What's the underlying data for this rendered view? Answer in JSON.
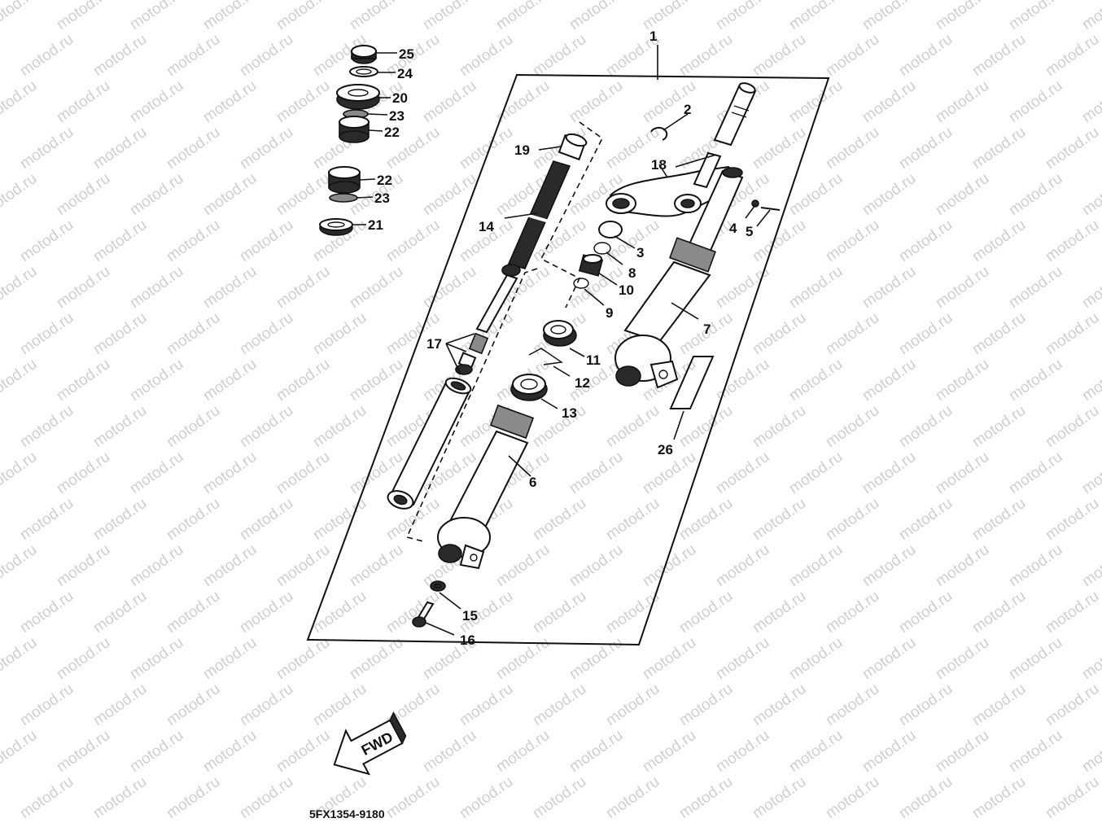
{
  "watermark": {
    "text": "motod.ru"
  },
  "diagram": {
    "callouts": [
      {
        "id": "c1",
        "text": "1"
      },
      {
        "id": "c2",
        "text": "2"
      },
      {
        "id": "c3",
        "text": "3"
      },
      {
        "id": "c4",
        "text": "4"
      },
      {
        "id": "c5",
        "text": "5"
      },
      {
        "id": "c6",
        "text": "6"
      },
      {
        "id": "c7",
        "text": "7"
      },
      {
        "id": "c8",
        "text": "8"
      },
      {
        "id": "c9",
        "text": "9"
      },
      {
        "id": "c10",
        "text": "10"
      },
      {
        "id": "c11",
        "text": "11"
      },
      {
        "id": "c12",
        "text": "12"
      },
      {
        "id": "c13",
        "text": "13"
      },
      {
        "id": "c14",
        "text": "14"
      },
      {
        "id": "c15",
        "text": "15"
      },
      {
        "id": "c16",
        "text": "16"
      },
      {
        "id": "c17",
        "text": "17"
      },
      {
        "id": "c18",
        "text": "18"
      },
      {
        "id": "c19",
        "text": "19"
      },
      {
        "id": "c20",
        "text": "20"
      },
      {
        "id": "c21",
        "text": "21"
      },
      {
        "id": "c22a",
        "text": "22"
      },
      {
        "id": "c22b",
        "text": "22"
      },
      {
        "id": "c23a",
        "text": "23"
      },
      {
        "id": "c23b",
        "text": "23"
      },
      {
        "id": "c24",
        "text": "24"
      },
      {
        "id": "c25",
        "text": "25"
      },
      {
        "id": "c26",
        "text": "26"
      }
    ],
    "direction_label": "FWD",
    "drawing_code": "5FX1354-9180"
  }
}
